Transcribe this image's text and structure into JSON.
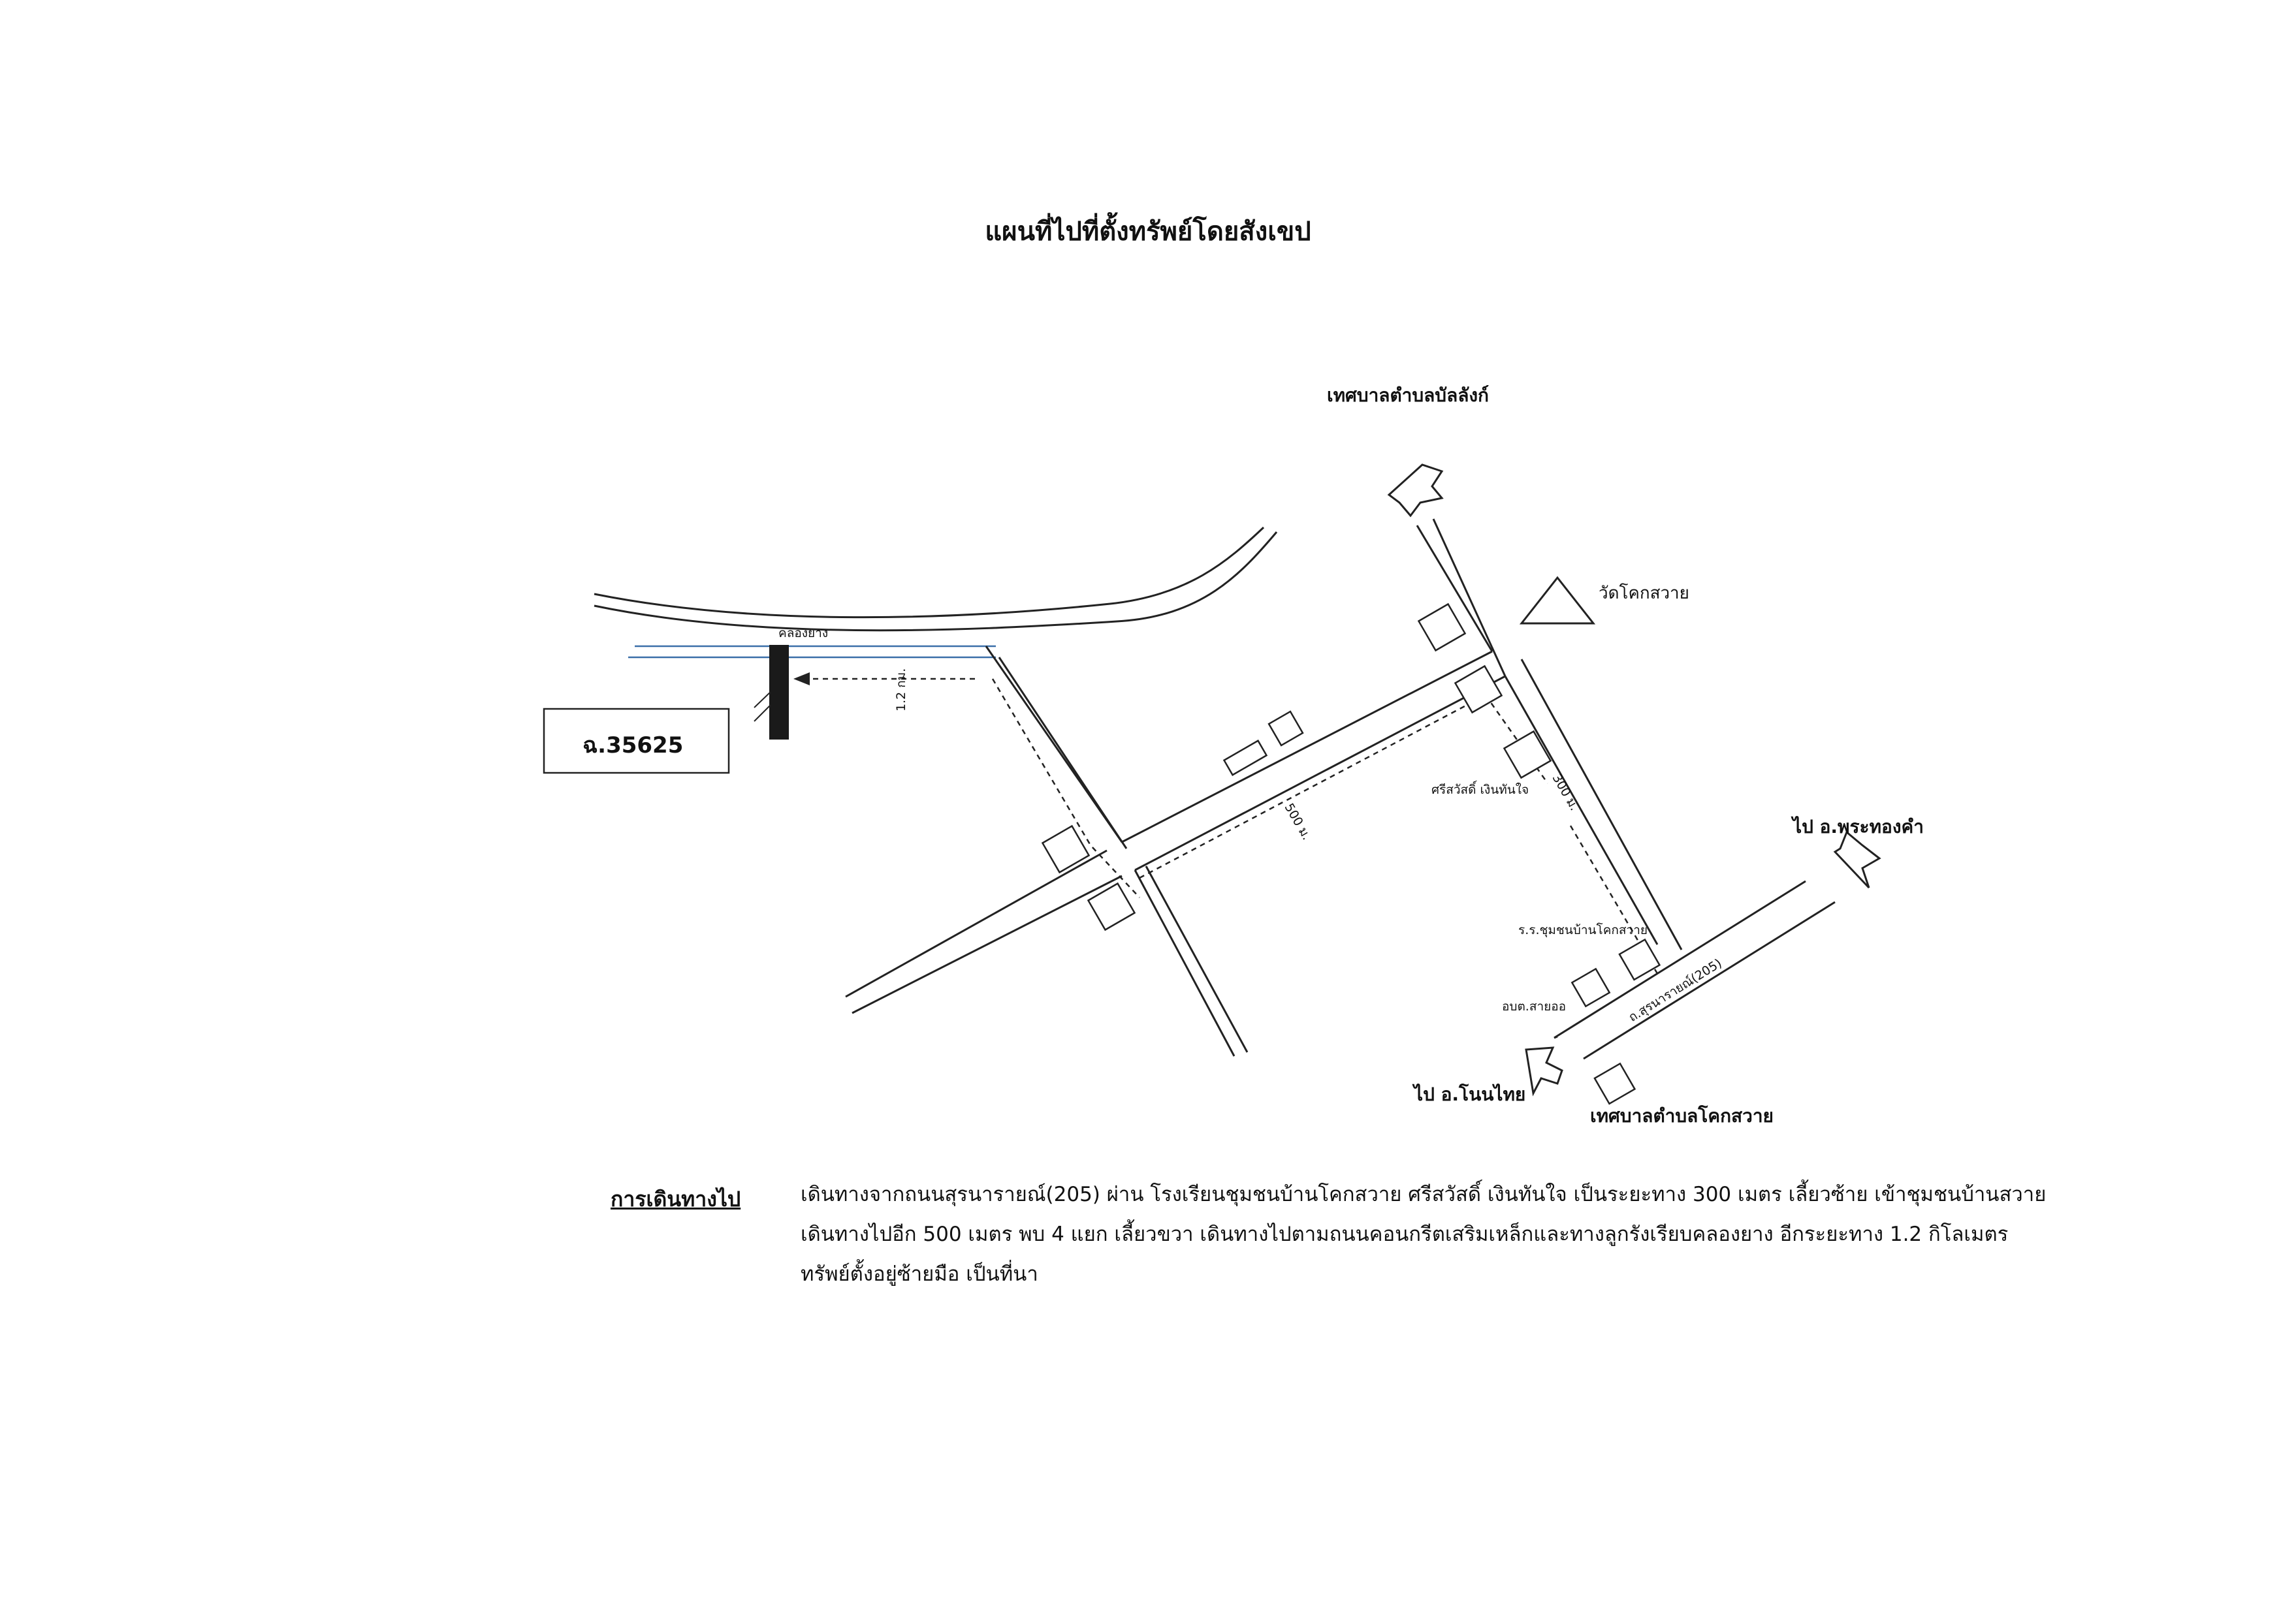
{
  "title": "แผนที่ไปที่ตั้งทรัพย์โดยสังเขป",
  "map": {
    "labels": {
      "north_municipality": "เทศบาลตำบลบัลลังก์",
      "temple": "วัดโคกสวาย",
      "to_phra_thong_kham": "ไป อ.พระทองคำ",
      "to_non_thai": "ไป อ.โนนไทย",
      "south_municipality": "เทศบาลตำบลโคกสวาย",
      "canal": "คลองยาง",
      "parcel_id": "ฉ.35625",
      "distance_1_2km": "1.2 กม.",
      "distance_500m": "500 ม.",
      "distance_300m": "300 ม.",
      "shop": "ศรีสวัสดิ์ เงินทันใจ",
      "school": "ร.ร.ชุมชนบ้านโคกสวาย",
      "sao": "อบต.สายออ",
      "road_name": "ถ.สุรนารายณ์(205)"
    },
    "colors": {
      "road_line": "#222222",
      "canal_line": "#3a6fa8",
      "parcel_fill": "#1a1a1a"
    }
  },
  "route": {
    "heading": "การเดินทางไป",
    "lines": [
      "เดินทางจากถนนสุรนารายณ์(205) ผ่าน โรงเรียนชุมชนบ้านโคกสวาย ศรีสวัสดิ์ เงินทันใจ เป็นระยะทาง 300 เมตร เลี้ยวซ้าย เข้าชุมชนบ้านสวาย",
      "เดินทางไปอีก 500 เมตร พบ 4 แยก เลี้ยวขวา เดินทางไปตามถนนคอนกรีตเสริมเหล็กและทางลูกรังเรียบคลองยาง อีกระยะทาง 1.2 กิโลเมตร",
      "ทรัพย์ตั้งอยู่ซ้ายมือ เป็นที่นา"
    ]
  }
}
